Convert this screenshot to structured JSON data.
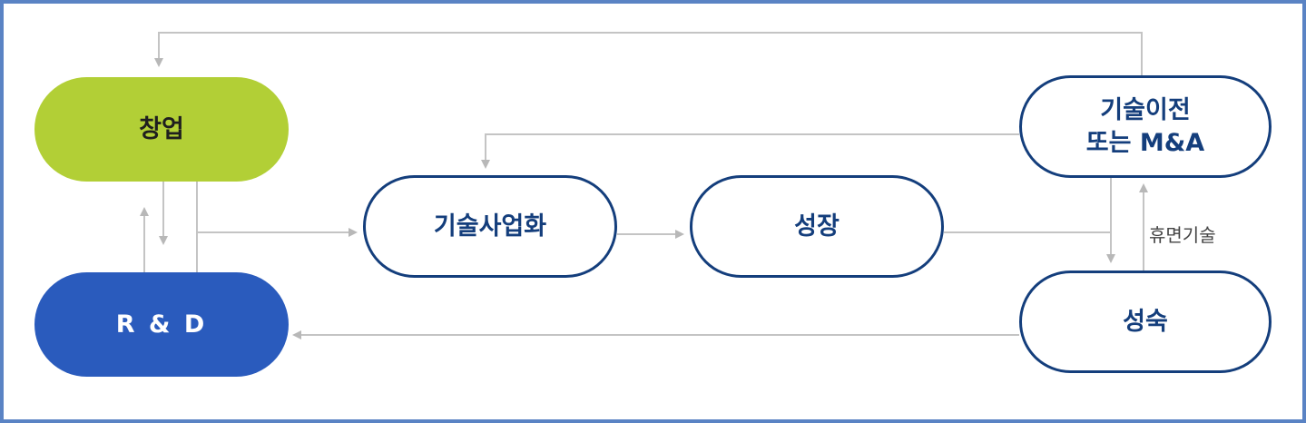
{
  "nodes": {
    "startup": "창업",
    "rnd": "R & D",
    "commercialization": "기술사업화",
    "growth": "성장",
    "transfer": "기술이전\n또는 M&A",
    "maturity": "성숙"
  },
  "edge_labels": {
    "dormant_tech": "휴면기술"
  },
  "colors": {
    "frame": "#5a83c4",
    "startup_fill": "#b2cf36",
    "rnd_fill": "#2a5bbd",
    "outline": "#143e7c",
    "connector": "#c4c4c4"
  }
}
